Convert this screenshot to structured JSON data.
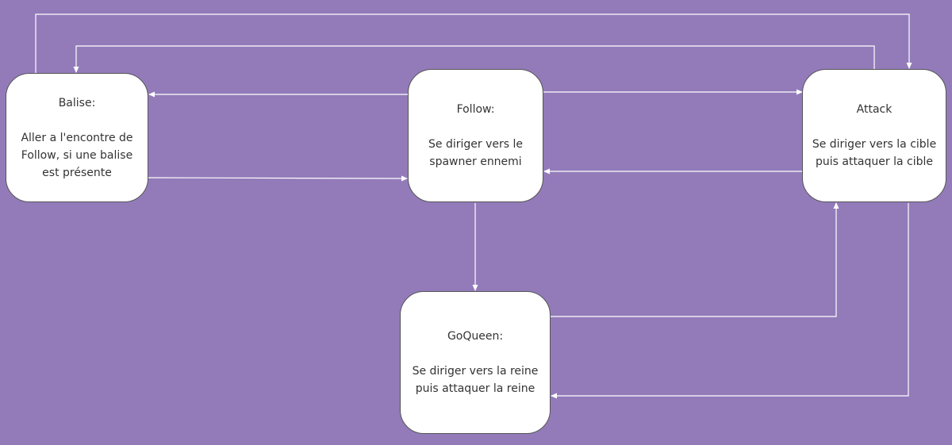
{
  "diagram": {
    "background": "#937bba",
    "edge_color": "#ffffff",
    "nodes": {
      "balise": {
        "title": "Balise:",
        "lines": [
          "Aller a l'encontre de",
          "Follow, si une balise",
          "est présente"
        ]
      },
      "follow": {
        "title": "Follow:",
        "lines": [
          "Se diriger vers le",
          "spawner ennemi"
        ]
      },
      "attack": {
        "title": "Attack",
        "lines": [
          "Se diriger vers la cible",
          "puis attaquer la cible"
        ]
      },
      "goqueen": {
        "title": "GoQueen:",
        "lines": [
          "Se diriger vers la reine",
          "puis attaquer la reine"
        ]
      }
    },
    "edges": [
      {
        "from": "follow",
        "to": "balise"
      },
      {
        "from": "balise",
        "to": "follow"
      },
      {
        "from": "follow",
        "to": "attack"
      },
      {
        "from": "attack",
        "to": "follow"
      },
      {
        "from": "follow",
        "to": "goqueen"
      },
      {
        "from": "goqueen",
        "to": "attack"
      },
      {
        "from": "attack",
        "to": "goqueen"
      },
      {
        "from": "balise",
        "to": "attack"
      },
      {
        "from": "attack",
        "to": "balise"
      }
    ]
  }
}
